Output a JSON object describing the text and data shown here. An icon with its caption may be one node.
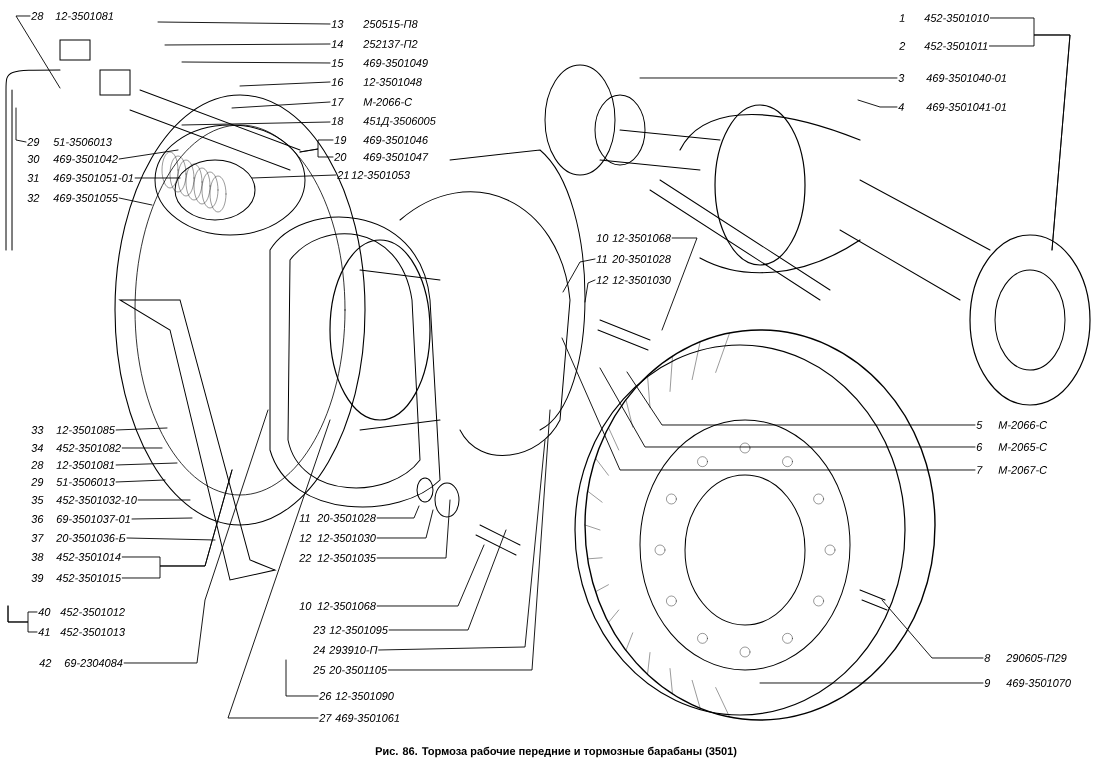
{
  "diagram": {
    "caption": "Рис. 86. Тормоза рабочие передние и тормозные барабаны (3501)",
    "nodes": [
      {
        "text": [
          "28",
          "12-3501081"
        ]
      },
      {
        "text": [
          "13",
          "250515-П8"
        ]
      },
      {
        "text": [
          "14",
          "252137-П2"
        ]
      },
      {
        "text": [
          "15",
          "469-3501049"
        ]
      },
      {
        "text": [
          "16",
          "12-3501048"
        ]
      },
      {
        "text": [
          "17",
          "М-2066-С"
        ]
      },
      {
        "text": [
          "18",
          "451Д-3506005"
        ]
      },
      {
        "text": [
          "19",
          "469-3501046"
        ]
      },
      {
        "text": [
          "20",
          "469-3501047"
        ]
      },
      {
        "text": [
          "21",
          "12-3501053"
        ]
      },
      {
        "text": [
          "1",
          "452-3501010"
        ]
      },
      {
        "text": [
          "2",
          "452-3501011"
        ]
      },
      {
        "text": [
          "3",
          "469-3501040-01"
        ]
      },
      {
        "text": [
          "4",
          "469-3501041-01"
        ]
      },
      {
        "text": [
          "29",
          "51-3506013"
        ]
      },
      {
        "text": [
          "30",
          "469-3501042"
        ]
      },
      {
        "text": [
          "31",
          "469-3501051-01"
        ]
      },
      {
        "text": [
          "32",
          "469-3501055"
        ]
      },
      {
        "text": [
          "10",
          "12-3501068"
        ]
      },
      {
        "text": [
          "11",
          "20-3501028"
        ]
      },
      {
        "text": [
          "12",
          "12-3501030"
        ]
      },
      {
        "text": [
          "5",
          "М-2066-С"
        ]
      },
      {
        "text": [
          "6",
          "М-2065-С"
        ]
      },
      {
        "text": [
          "7",
          "М-2067-С"
        ]
      },
      {
        "text": [
          "33",
          "12-3501085"
        ]
      },
      {
        "text": [
          "34",
          "452-3501082"
        ]
      },
      {
        "text": [
          "28",
          "12-3501081"
        ]
      },
      {
        "text": [
          "29",
          "51-3506013"
        ]
      },
      {
        "text": [
          "35",
          "452-3501032-10"
        ]
      },
      {
        "text": [
          "36",
          "69-3501037-01"
        ]
      },
      {
        "text": [
          "37",
          "20-3501036-Б"
        ]
      },
      {
        "text": [
          "38",
          "452-3501014"
        ]
      },
      {
        "text": [
          "39",
          "452-3501015"
        ]
      },
      {
        "text": [
          "40",
          "452-3501012"
        ]
      },
      {
        "text": [
          "41",
          "452-3501013"
        ]
      },
      {
        "text": [
          "42",
          "69-2304084"
        ]
      },
      {
        "text": [
          "11",
          "20-3501028"
        ]
      },
      {
        "text": [
          "12",
          "12-3501030"
        ]
      },
      {
        "text": [
          "22",
          "12-3501035"
        ]
      },
      {
        "text": [
          "10",
          "12-3501068"
        ]
      },
      {
        "text": [
          "23",
          "12-3501095"
        ]
      },
      {
        "text": [
          "24",
          "293910-П"
        ]
      },
      {
        "text": [
          "25",
          "20-3501105"
        ]
      },
      {
        "text": [
          "26",
          "12-3501090"
        ]
      },
      {
        "text": [
          "27",
          "469-3501061"
        ]
      },
      {
        "text": [
          "8",
          "290605-П29"
        ]
      },
      {
        "text": [
          "9",
          "469-3501070"
        ]
      }
    ],
    "edges": [
      {
        "from": 0,
        "to": null,
        "arrow": "none"
      },
      {
        "from": 1,
        "to": null,
        "arrow": "none"
      },
      {
        "from": 2,
        "to": null,
        "arrow": "none"
      },
      {
        "from": 3,
        "to": null,
        "arrow": "none"
      },
      {
        "from": 4,
        "to": null,
        "arrow": "none"
      },
      {
        "from": 5,
        "to": null,
        "arrow": "none"
      },
      {
        "from": 6,
        "to": null,
        "arrow": "none"
      },
      {
        "from": 7,
        "to": null,
        "arrow": "none"
      },
      {
        "from": 8,
        "to": null,
        "arrow": "none"
      },
      {
        "from": 9,
        "to": null,
        "arrow": "none"
      },
      {
        "from": 10,
        "to": null,
        "arrow": "none"
      },
      {
        "from": 11,
        "to": null,
        "arrow": "none"
      },
      {
        "from": 12,
        "to": null,
        "arrow": "none"
      },
      {
        "from": 13,
        "to": null,
        "arrow": "none"
      },
      {
        "from": 14,
        "to": null,
        "arrow": "none"
      },
      {
        "from": 15,
        "to": null,
        "arrow": "none"
      },
      {
        "from": 16,
        "to": null,
        "arrow": "none"
      },
      {
        "from": 17,
        "to": null,
        "arrow": "none"
      },
      {
        "from": 18,
        "to": null,
        "arrow": "none"
      },
      {
        "from": 19,
        "to": null,
        "arrow": "none"
      },
      {
        "from": 20,
        "to": null,
        "arrow": "none"
      },
      {
        "from": 21,
        "to": null,
        "arrow": "none"
      },
      {
        "from": 22,
        "to": null,
        "arrow": "none"
      },
      {
        "from": 23,
        "to": null,
        "arrow": "none"
      },
      {
        "from": 24,
        "to": null,
        "arrow": "none"
      },
      {
        "from": 25,
        "to": null,
        "arrow": "none"
      },
      {
        "from": 26,
        "to": null,
        "arrow": "none"
      },
      {
        "from": 27,
        "to": null,
        "arrow": "none"
      },
      {
        "from": 28,
        "to": null,
        "arrow": "none"
      },
      {
        "from": 29,
        "to": null,
        "arrow": "none"
      },
      {
        "from": 30,
        "to": null,
        "arrow": "none"
      },
      {
        "from": 31,
        "to": null,
        "arrow": "none"
      },
      {
        "from": 32,
        "to": null,
        "arrow": "none"
      },
      {
        "from": 33,
        "to": null,
        "arrow": "none"
      },
      {
        "from": 34,
        "to": null,
        "arrow": "none"
      },
      {
        "from": 35,
        "to": null,
        "arrow": "none"
      },
      {
        "from": 36,
        "to": null,
        "arrow": "none"
      },
      {
        "from": 37,
        "to": null,
        "arrow": "none"
      },
      {
        "from": 38,
        "to": null,
        "arrow": "none"
      },
      {
        "from": 39,
        "to": null,
        "arrow": "none"
      },
      {
        "from": 40,
        "to": null,
        "arrow": "none"
      },
      {
        "from": 41,
        "to": null,
        "arrow": "none"
      },
      {
        "from": 42,
        "to": null,
        "arrow": "none"
      },
      {
        "from": 43,
        "to": null,
        "arrow": "none"
      },
      {
        "from": 44,
        "to": null,
        "arrow": "none"
      },
      {
        "from": 45,
        "to": null,
        "arrow": "none"
      },
      {
        "from": 46,
        "to": null,
        "arrow": "none"
      }
    ]
  }
}
